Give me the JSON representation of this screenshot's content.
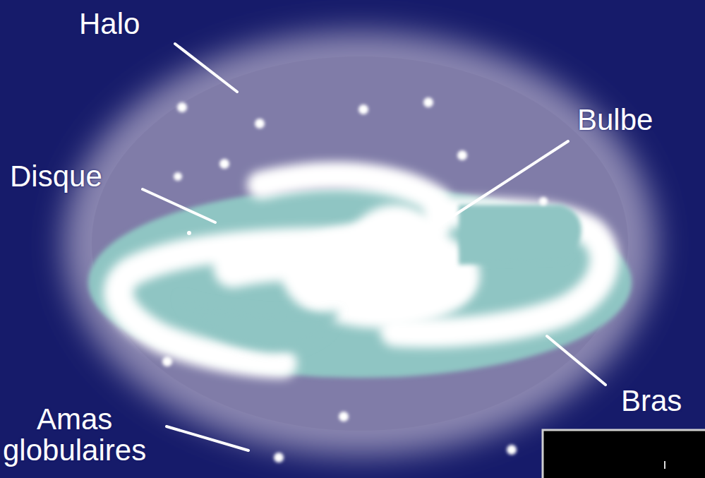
{
  "diagram": {
    "labels": [
      "Halo",
      "Bulbe",
      "Disque",
      "Bras",
      "Amas globulaires"
    ]
  }
}
